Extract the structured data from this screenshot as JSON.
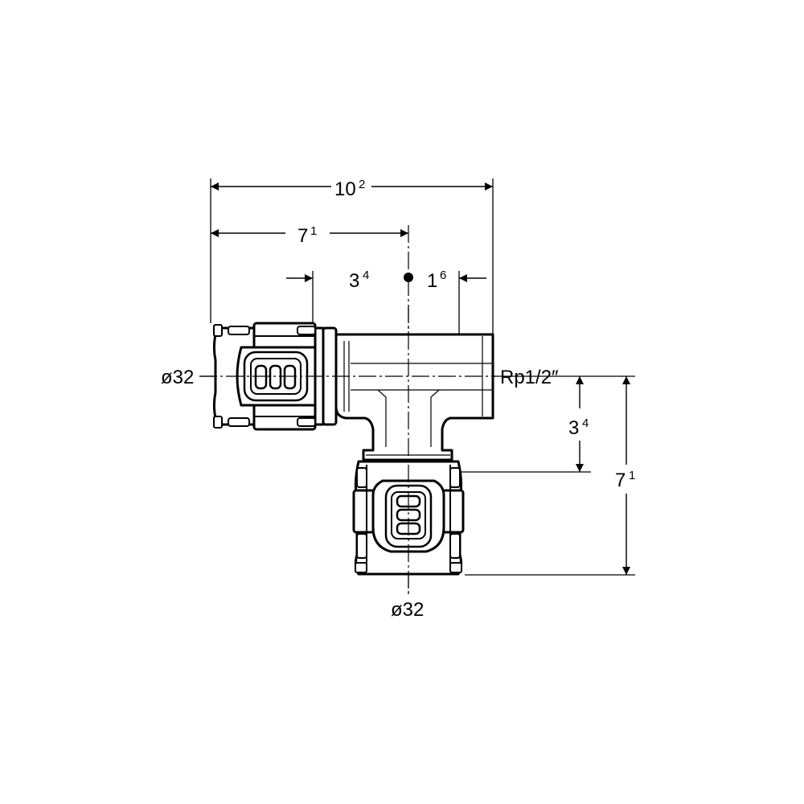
{
  "drawing": {
    "dimensions": {
      "overall_width": {
        "main": "10",
        "sup": "2"
      },
      "left_to_axis": {
        "main": "7",
        "sup": "1"
      },
      "left_insertion": {
        "main": "3",
        "sup": "4"
      },
      "right_offset": {
        "main": "1",
        "sup": "6"
      },
      "axis_to_branch": {
        "main": "3",
        "sup": "4"
      },
      "overall_height": {
        "main": "7",
        "sup": "1"
      }
    },
    "labels": {
      "left_diameter": "ø32",
      "bottom_diameter": "ø32",
      "thread": "Rp1/2″"
    }
  }
}
